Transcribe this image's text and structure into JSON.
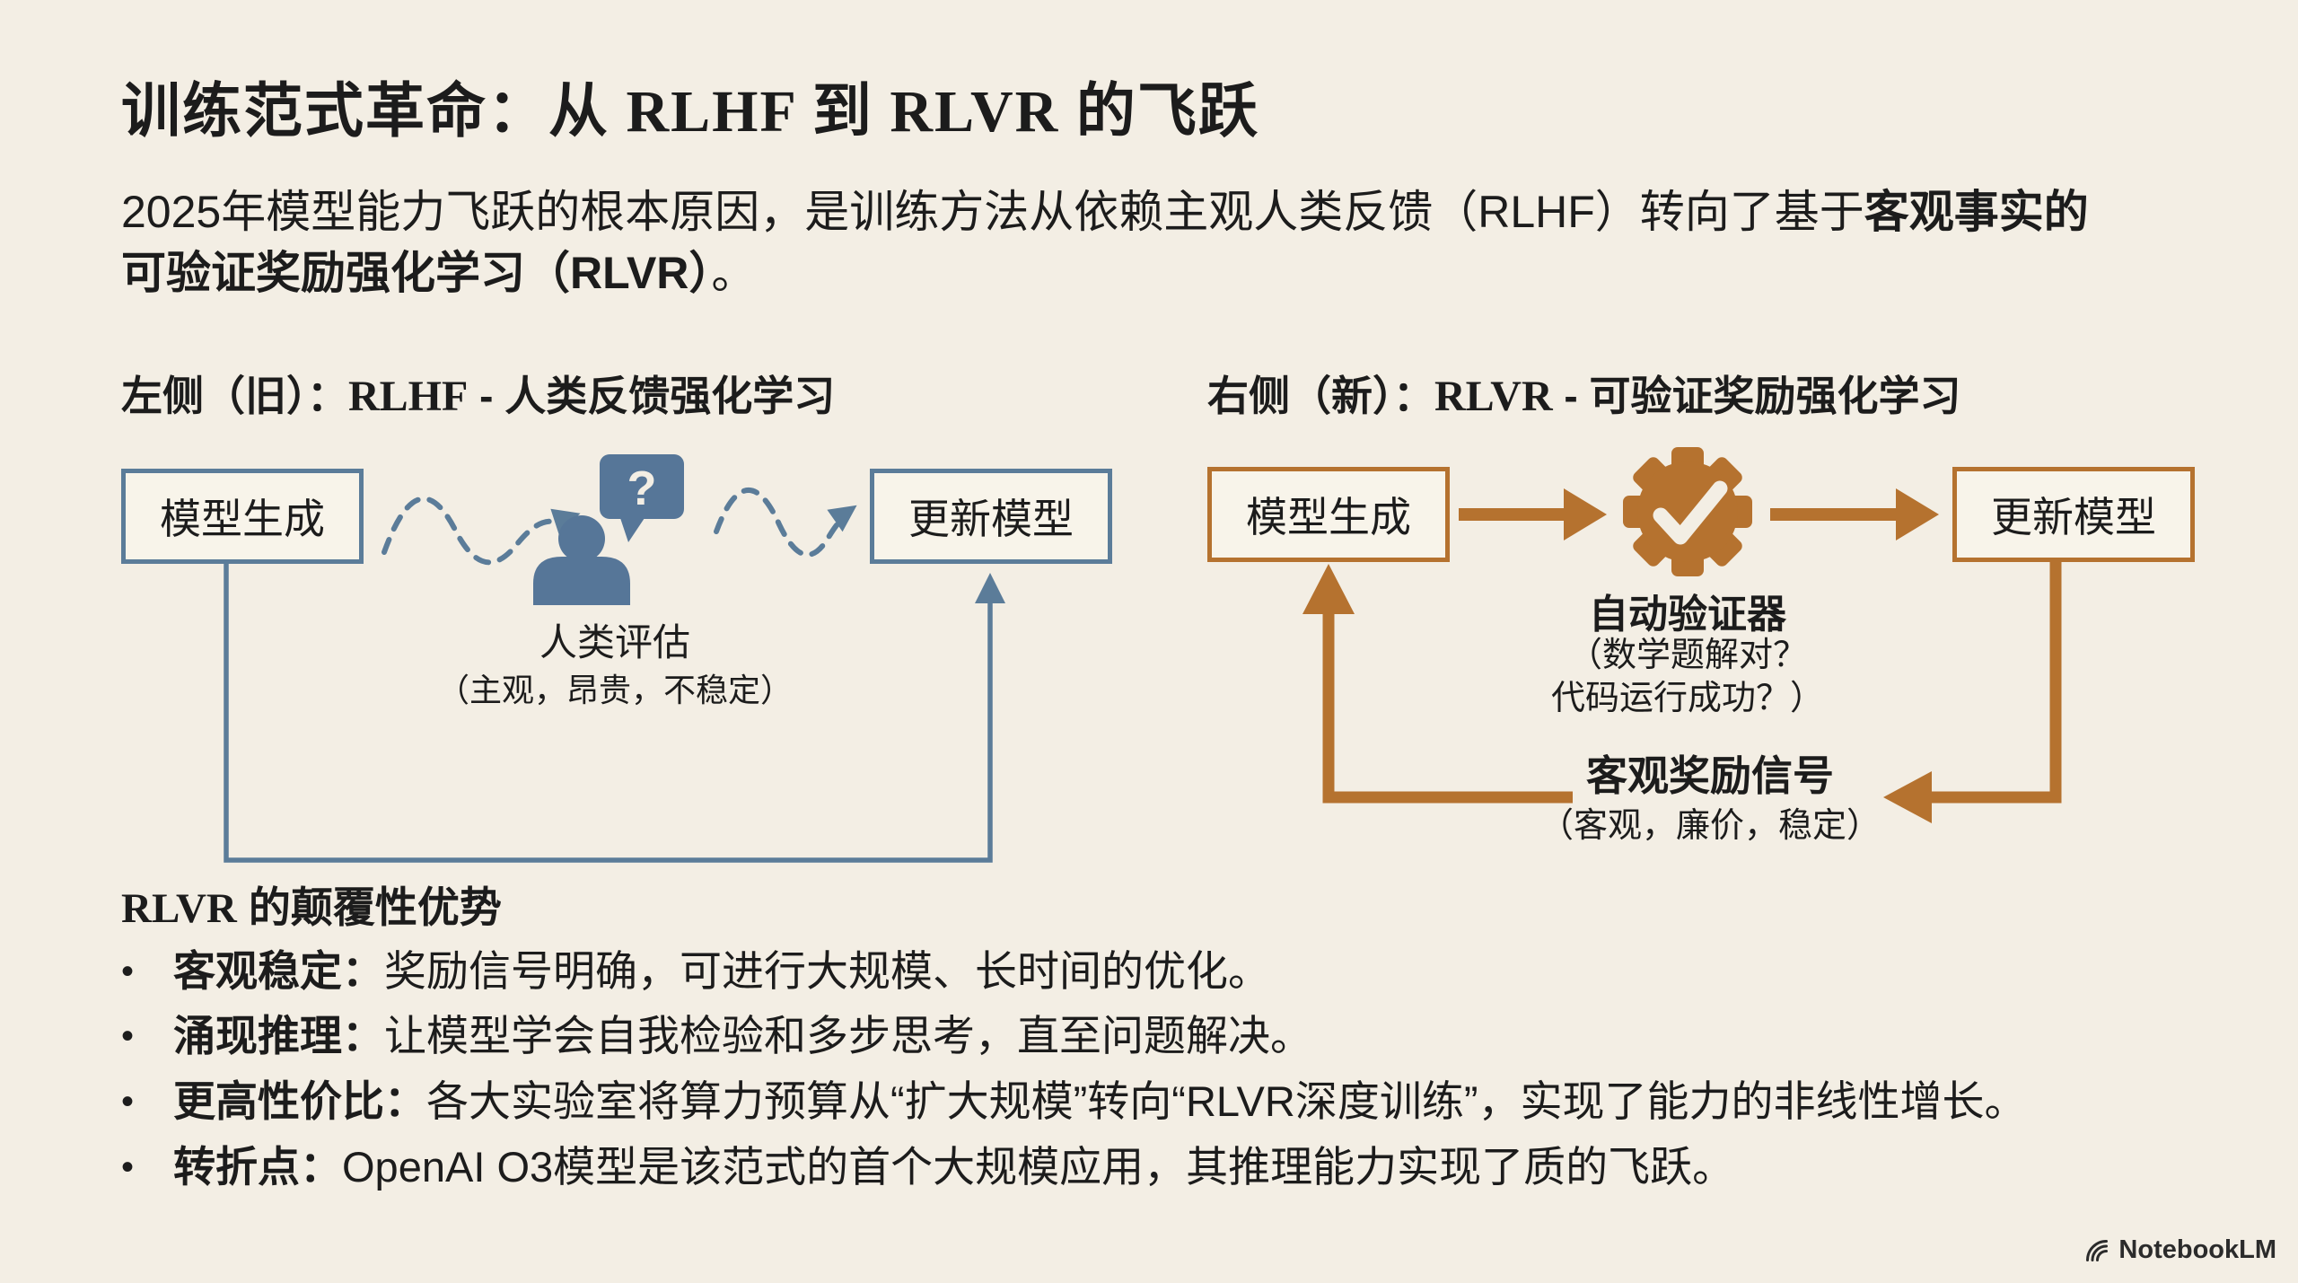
{
  "page": {
    "title": "训练范式革命：从 RLHF 到 RLVR 的飞跃",
    "intro_l1_normal": "2025年模型能力飞跃的根本原因，是训练方法从依赖主观人类反馈（RLHF）转向了基于",
    "intro_l1_bold": "客观事实的",
    "intro_l2_bold": "可验证奖励强化学习（RLVR）",
    "intro_l2_end": "。"
  },
  "rlhf": {
    "header_prefix": "左侧（旧）：",
    "header_latin": "RLHF",
    "header_suffix": " - 人类反馈强化学习",
    "box_generate": "模型生成",
    "box_update": "更新模型",
    "question_mark": "?",
    "evaluator_label": "人类评估",
    "evaluator_note": "（主观，昂贵，不稳定）"
  },
  "rlvr": {
    "header_prefix": "右侧（新）：",
    "header_latin": "RLVR",
    "header_suffix": " - 可验证奖励强化学习",
    "box_generate": "模型生成",
    "box_update": "更新模型",
    "verifier_label": "自动验证器",
    "verifier_note1": "（数学题解对？",
    "verifier_note2": "代码运行成功？）",
    "reward_label": "客观奖励信号",
    "reward_note": "（客观，廉价，稳定）"
  },
  "advantages": {
    "header_latin": "RLVR",
    "header_rest": " 的颠覆性优势",
    "items": [
      {
        "lead": "客观稳定：",
        "text": "奖励信号明确，可进行大规模、长时间的优化。"
      },
      {
        "lead": "涌现推理：",
        "text": "让模型学会自我检验和多步思考，直至问题解决。"
      },
      {
        "lead": "更高性价比：",
        "text": "各大实验室将算力预算从“扩大规模”转向“RLVR深度训练”，实现了能力的非线性增长。"
      },
      {
        "lead": "转折点：",
        "text": "OpenAI O3模型是该范式的首个大规模应用，其推理能力实现了质的飞跃。"
      }
    ]
  },
  "watermark": {
    "label": "NotebookLM"
  },
  "colors": {
    "background": "#f3eee4",
    "blue": "#5b7c99",
    "person_blue": "#567698",
    "orange": "#b5722f",
    "text": "#1c1c1c",
    "box_fill": "#f8f4ea"
  }
}
